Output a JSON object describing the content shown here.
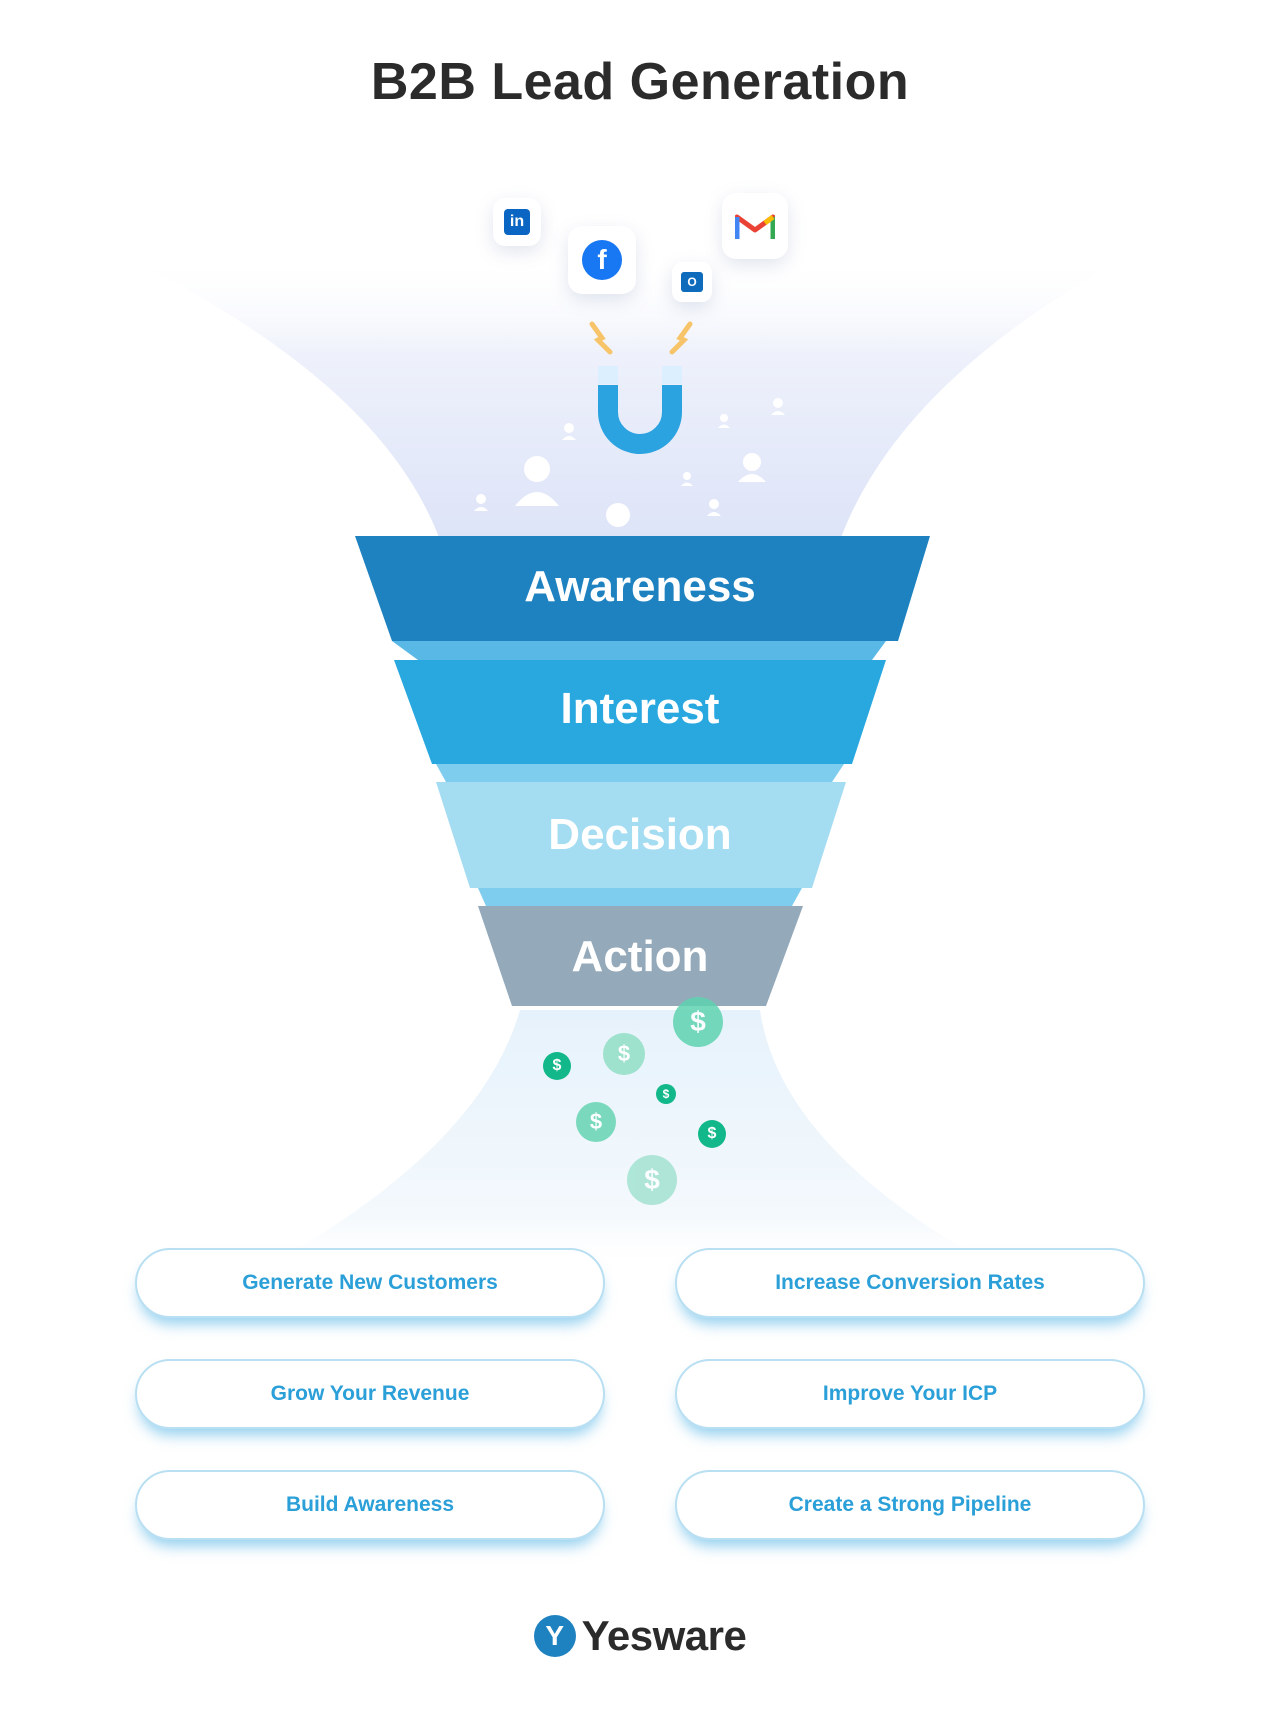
{
  "title": "B2B Lead Generation",
  "app_icons": [
    {
      "name": "linkedin-icon",
      "glyph": "in",
      "color": "#0a66c2"
    },
    {
      "name": "facebook-icon",
      "glyph": "f",
      "color": "#1877f2"
    },
    {
      "name": "outlook-icon",
      "glyph": "O",
      "color": "#0f6cbd"
    },
    {
      "name": "gmail-icon",
      "glyph": "M",
      "color": "#ea4335"
    }
  ],
  "funnel": {
    "stages": [
      {
        "label": "Awareness",
        "color": "#1e82c0"
      },
      {
        "label": "Interest",
        "color": "#29a8e0"
      },
      {
        "label": "Decision",
        "color": "#a4dcf2"
      },
      {
        "label": "Action",
        "color": "#94a9b9"
      }
    ]
  },
  "coin_symbol": "$",
  "benefits": [
    "Generate New Customers",
    "Increase Conversion Rates",
    "Grow Your Revenue",
    "Improve Your ICP",
    "Build Awareness",
    "Create a Strong Pipeline"
  ],
  "brand": {
    "name": "Yesware",
    "mark": "Y"
  },
  "colors": {
    "title": "#2b2b2b",
    "benefit_text": "#2a9fd8",
    "coin_green": "#13b88a",
    "magnet_blue": "#2aa3e0"
  }
}
